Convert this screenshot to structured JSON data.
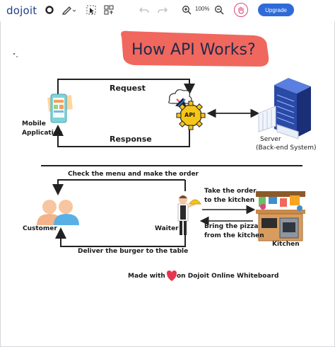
{
  "app": {
    "logo_text": "dojoit"
  },
  "toolbar": {
    "zoom_level": "100%",
    "upgrade_label": "Upgrade"
  },
  "icons": [
    "circle-icon",
    "pen-icon",
    "select-icon",
    "shapes-icon",
    "undo-icon",
    "redo-icon",
    "zoom-in-icon",
    "zoom-out-icon",
    "hand-icon"
  ],
  "colors": {
    "title_bg": "#f0675e",
    "accent_blue": "#2f6ad8",
    "line_dark": "#222222",
    "heart": "#e8344e"
  },
  "diagram": {
    "title": "How API Works?",
    "top": {
      "request_label": "Request",
      "response_label": "Response",
      "client_label_line1": "Mobile",
      "client_label_line2": "Application",
      "api_label": "API",
      "server_label_line1": "Server",
      "server_label_line2": "(Back-end System)"
    },
    "bottom": {
      "top_arrow_label": "Check the menu and make the order",
      "bottom_arrow_label": "Deliver the burger to the table",
      "customer_label": "Customer",
      "waiter_label": "Waiter",
      "take_order_line1": "Take the order",
      "take_order_line2": "to the kitchen",
      "bring_pizza_line1": "Bring the pizza",
      "bring_pizza_line2": "from the kitchen",
      "kitchen_label": "Kitchen"
    },
    "footer": {
      "made_with": "Made with",
      "on_text": "on Dojoit Online Whiteboard"
    }
  }
}
